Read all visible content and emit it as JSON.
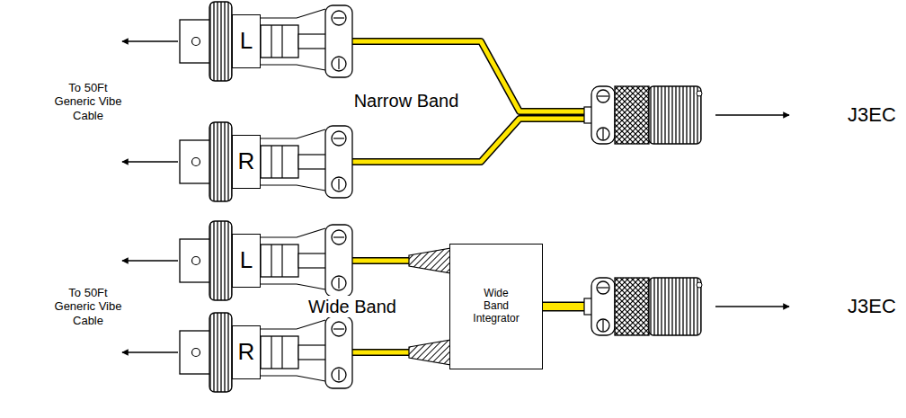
{
  "diagram": {
    "nodes": [
      {
        "text": [
          "L"
        ]
      },
      {
        "text": [
          "R"
        ]
      },
      {
        "text": [
          "L"
        ]
      },
      {
        "text": [
          "R"
        ]
      },
      {
        "text": [
          "Wide Band Integrator"
        ]
      }
    ],
    "edges": [
      {
        "from": 2,
        "to": 4,
        "arrow": "none"
      },
      {
        "from": 3,
        "to": 4,
        "arrow": "none"
      }
    ],
    "labels": [
      "To 50Ft Generic Vibe Cable",
      "Narrow Band",
      "J3EC",
      "To 50Ft Generic Vibe Cable",
      "Wide Band",
      "J3EC"
    ]
  }
}
